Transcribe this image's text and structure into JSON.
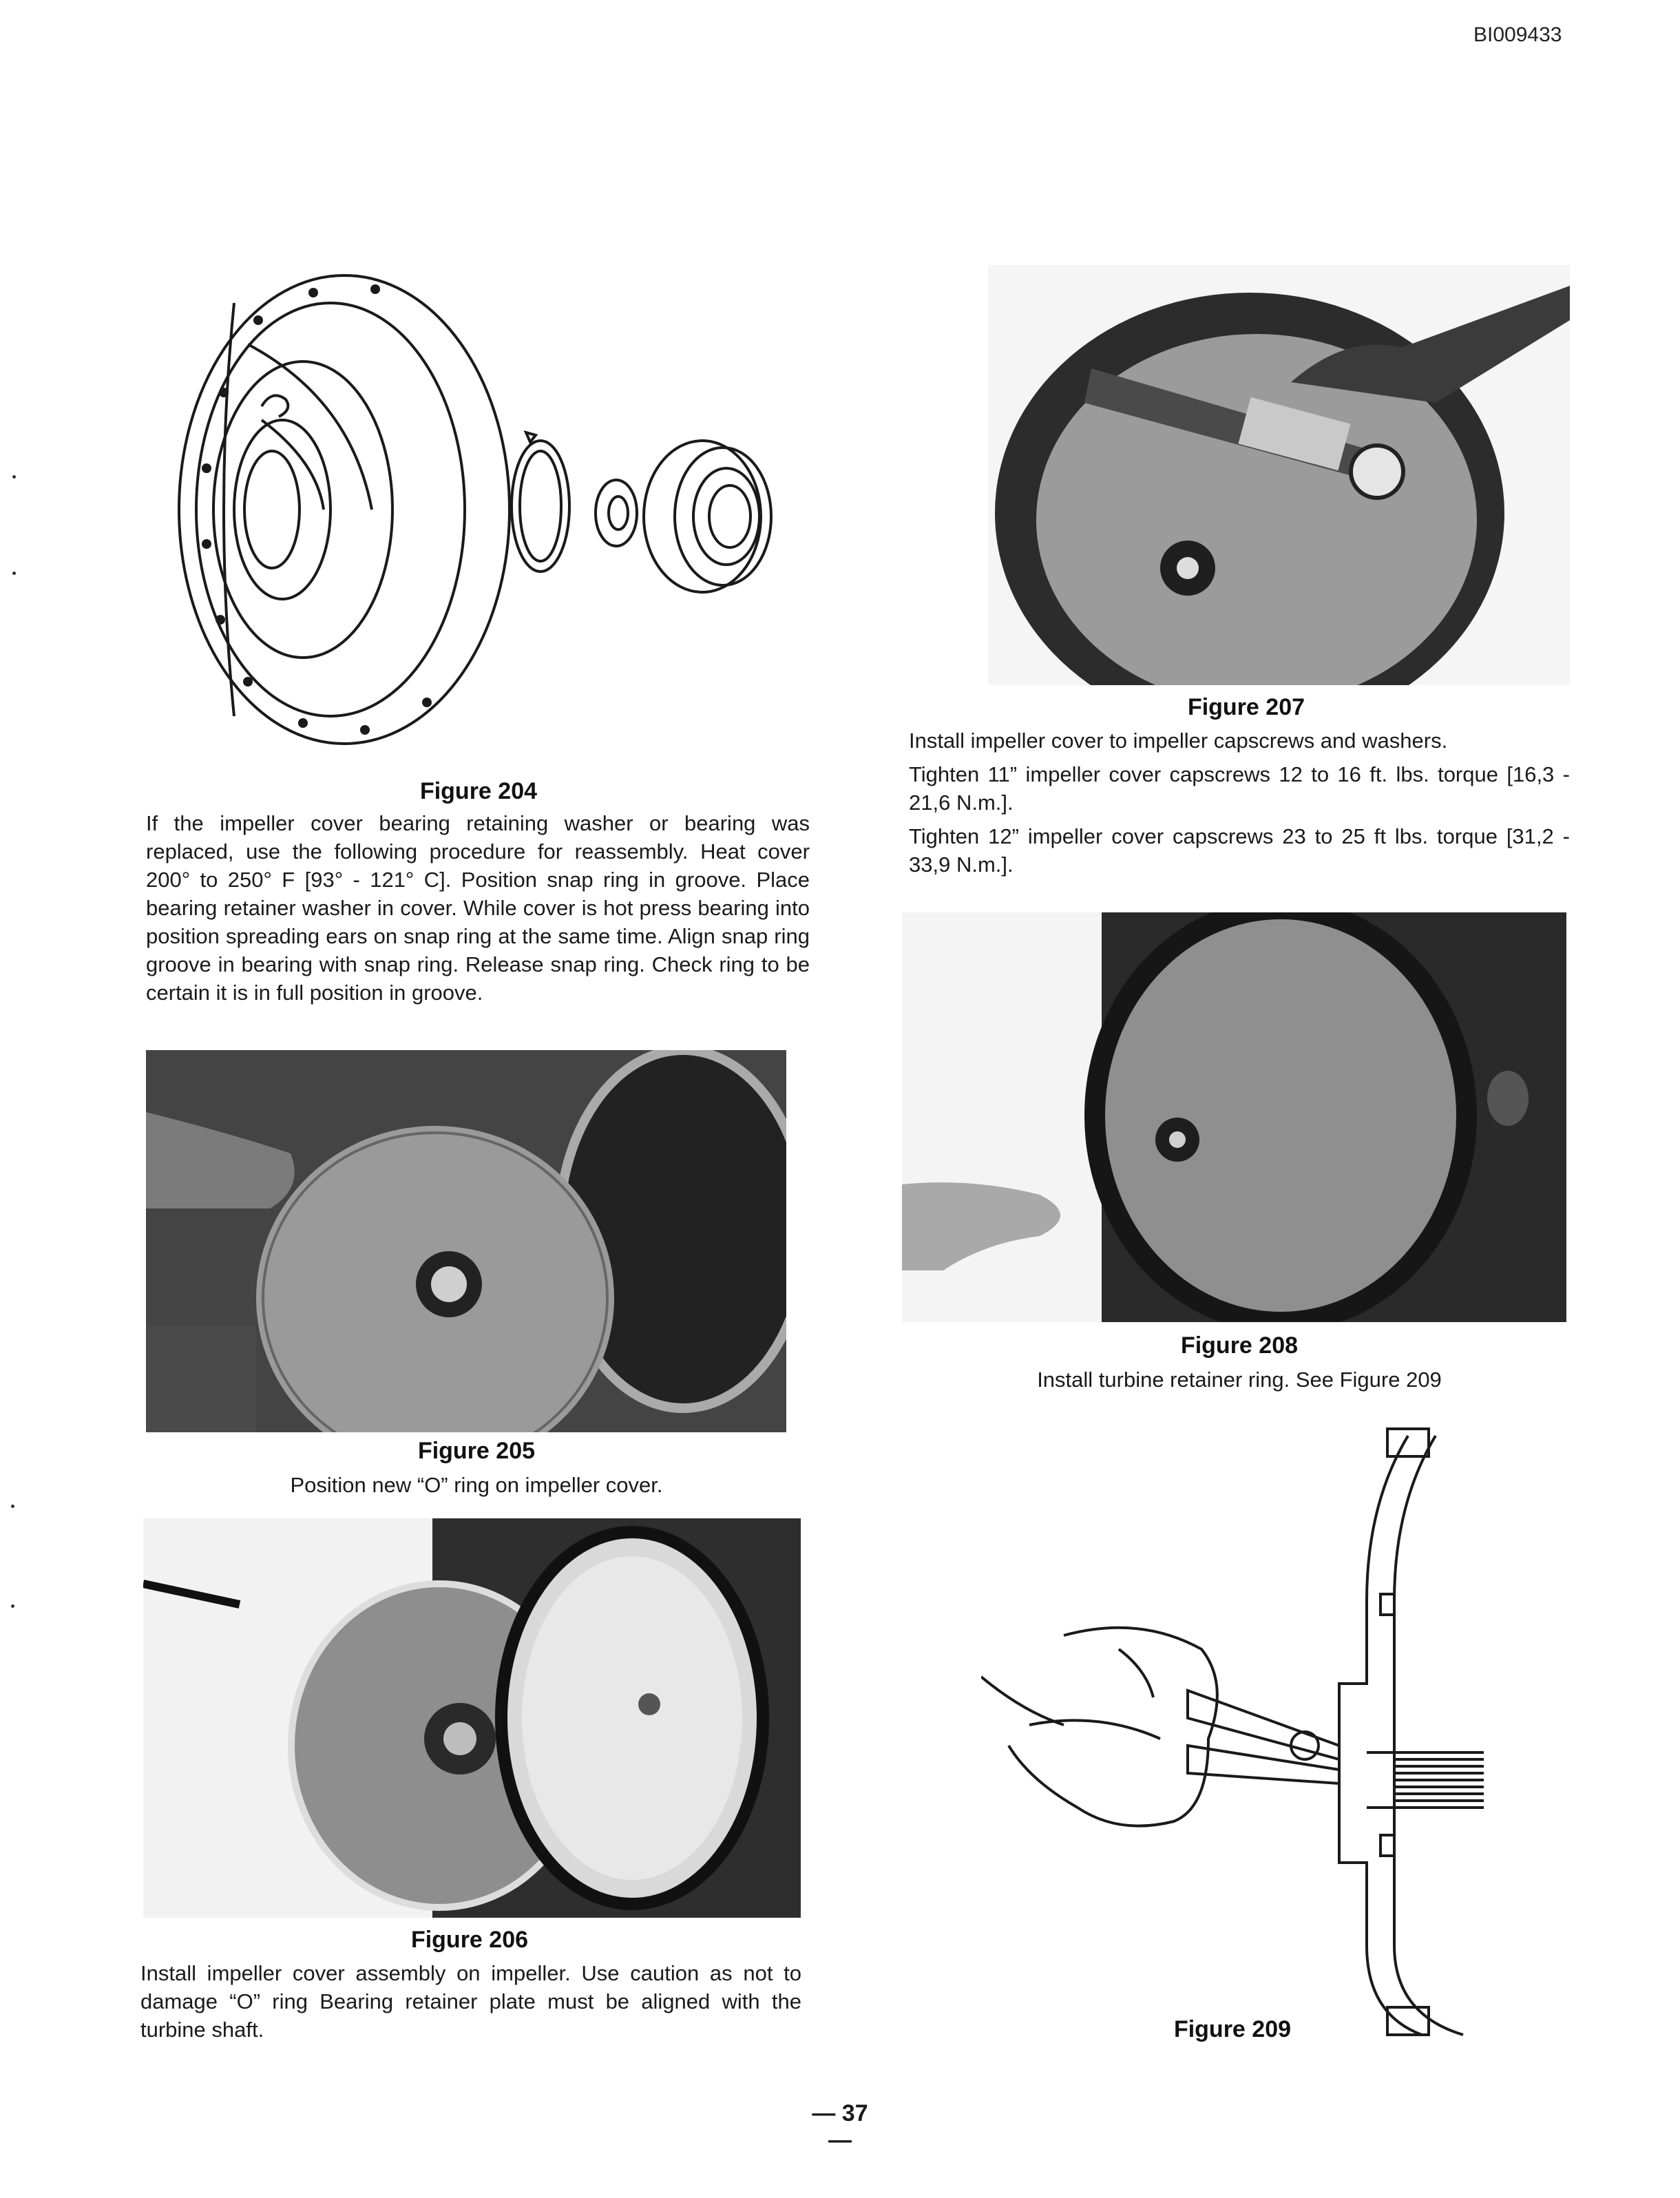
{
  "doc_id": "BI009433",
  "page_number": "— 37 —",
  "figures": {
    "f204": {
      "title": "Figure 204",
      "paragraphs": [
        "If the impeller cover bearing retaining washer or bearing was replaced, use the following procedure for reassembly. Heat cover 200° to 250° F [93° - 121° C]. Position snap ring in groove. Place bearing retainer washer in cover. While cover is hot press bearing into position spreading ears on snap ring at the same time. Align snap ring groove in bearing with snap ring. Release snap ring. Check ring to be certain it is in full position in groove."
      ]
    },
    "f205": {
      "title": "Figure 205",
      "paragraphs": [
        "Position new “O” ring on impeller cover."
      ]
    },
    "f206": {
      "title": "Figure 206",
      "paragraphs": [
        "Install impeller cover assembly on impeller. Use caution as not to damage “O” ring Bearing retainer plate must be aligned with the turbine shaft."
      ]
    },
    "f207": {
      "title": "Figure 207",
      "paragraphs": [
        "Install impeller cover to impeller capscrews and washers.",
        "Tighten 11” impeller cover capscrews 12 to 16 ft. lbs. torque [16,3 - 21,6 N.m.].",
        "Tighten 12” impeller cover capscrews 23 to 25 ft lbs. torque [31,2 - 33,9 N.m.]."
      ]
    },
    "f208": {
      "title": "Figure 208",
      "paragraphs": [
        "Install turbine retainer ring. See Figure 209"
      ]
    },
    "f209": {
      "title": "Figure 209",
      "paragraphs": []
    }
  }
}
